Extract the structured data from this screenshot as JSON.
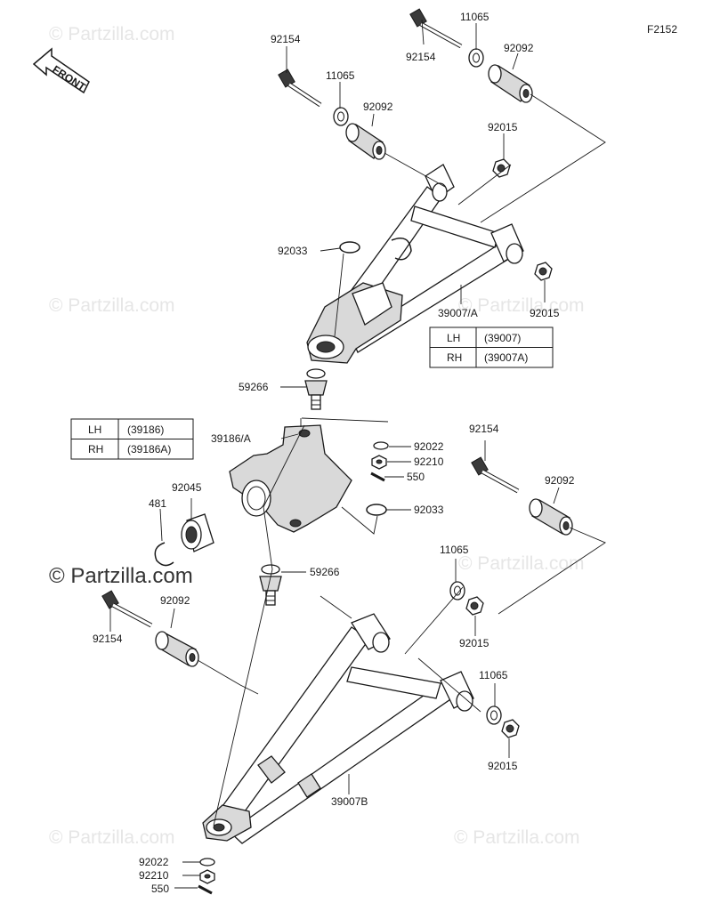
{
  "diagram_code": "F2152",
  "front_label": "FRONT",
  "watermarks": {
    "light": "© Partzilla.com",
    "bold": "© Partzilla.com"
  },
  "labels": {
    "upper_bolt_left": "92154",
    "upper_washer_left": "11065",
    "upper_bushing_left": "92092",
    "upper_bolt_right": "92154",
    "upper_washer_right": "11065",
    "upper_bushing_right": "92092",
    "upper_nut_a": "92015",
    "upper_nut_b": "92015",
    "upper_ring": "92033",
    "upper_arm": "39007/A",
    "ball_joint_upper": "59266",
    "knuckle": "39186/A",
    "washer_92022_upper": "92022",
    "nut_92210_upper": "92210",
    "pin_550_upper": "550",
    "ring_92033_lower": "92033",
    "bearing": "92045",
    "circlip": "481",
    "ball_joint_lower": "59266",
    "lower_bolt_right": "92154",
    "lower_bushing_right": "92092",
    "lower_washer_a": "11065",
    "lower_nut_a": "92015",
    "lower_bolt_left": "92154",
    "lower_bushing_left": "92092",
    "lower_washer_b": "11065",
    "lower_nut_b": "92015",
    "lower_arm": "39007B",
    "washer_92022_lower": "92022",
    "nut_92210_lower": "92210",
    "pin_550_lower": "550"
  },
  "table_upper_arm": {
    "rows": [
      {
        "side": "LH",
        "part": "(39007)"
      },
      {
        "side": "RH",
        "part": "(39007A)"
      }
    ]
  },
  "table_knuckle": {
    "rows": [
      {
        "side": "LH",
        "part": "(39186)"
      },
      {
        "side": "RH",
        "part": "(39186A)"
      }
    ]
  }
}
